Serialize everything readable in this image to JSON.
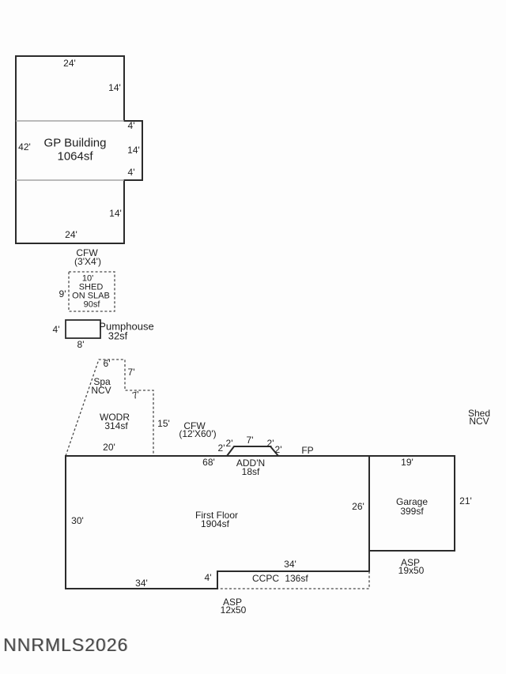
{
  "watermark": "NNRMLS2026",
  "gp_building": {
    "name": "GP Building",
    "area": "1064sf",
    "dim_top": "24'",
    "dim_top_right": "14'",
    "dim_bump_top": "4'",
    "dim_left": "42'",
    "dim_bump_right": "14'",
    "dim_bump_bottom": "4'",
    "dim_bottom_right": "14'",
    "dim_bottom": "24'"
  },
  "cfw_gp": {
    "label": "CFW",
    "size": "(3'X4')"
  },
  "shed_on_slab": {
    "dim_width": "10'",
    "name_line1": "SHED",
    "name_line2": "ON SLAB",
    "area": "90sf",
    "dim_height": "9'"
  },
  "pumphouse": {
    "name": "Pumphouse",
    "area": "32sf",
    "dim_height": "4'",
    "dim_width": "8'"
  },
  "spa": {
    "name": "Spa",
    "value": "NCV",
    "dim_top": "6'",
    "dim_right": "7'",
    "dim_step": "7'"
  },
  "wodr": {
    "name": "WODR",
    "area": "314sf",
    "dim_right": "15'",
    "dim_bottom": "20'"
  },
  "cfw_deck": {
    "label": "CFW",
    "size": "(12'X60')"
  },
  "addn": {
    "name": "ADD'N",
    "area": "18sf",
    "dim_left_out": "2'",
    "dim_left_slant": "2'",
    "dim_top": "7'",
    "dim_right_slant": "2'",
    "dim_right_out": "2'"
  },
  "fireplace": {
    "label": "FP"
  },
  "first_floor": {
    "name": "First Floor",
    "area": "1904sf",
    "dim_top": "68'",
    "dim_left": "30'",
    "dim_right": "26'",
    "dim_bottom_left": "34'",
    "dim_step": "4'"
  },
  "ccpc": {
    "label": "CCPC",
    "area": "136sf",
    "dim_top": "34'"
  },
  "asp_front": {
    "label": "ASP",
    "size": "12x50"
  },
  "garage": {
    "name": "Garage",
    "area": "399sf",
    "dim_top": "19'",
    "dim_right": "21'"
  },
  "asp_garage": {
    "label": "ASP",
    "size": "19x50"
  },
  "shed_ncv": {
    "name": "Shed",
    "value": "NCV"
  }
}
